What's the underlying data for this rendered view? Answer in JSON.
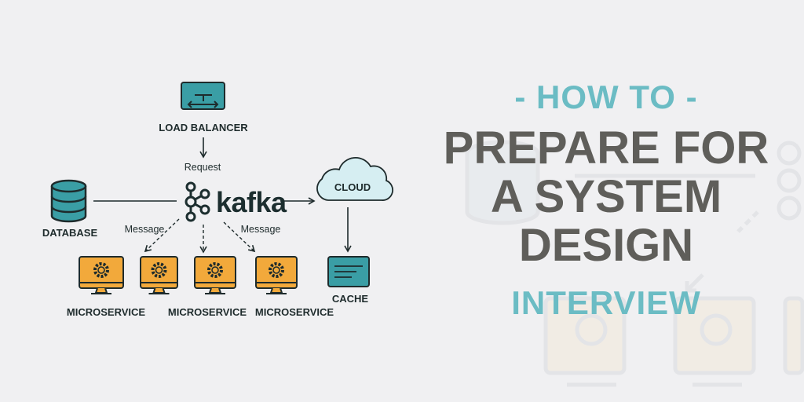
{
  "diagram": {
    "load_balancer": "LOAD BALANCER",
    "request": "Request",
    "kafka": "kafka",
    "database": "DATABASE",
    "cloud": "CLOUD",
    "cache": "CACHE",
    "message_left": "Message",
    "message_right": "Message",
    "microservices": [
      "MICROSERVICE",
      "MICROSERVICE",
      "MICROSERVICE"
    ]
  },
  "headline": {
    "line1": "- HOW TO -",
    "line2": "PREPARE FOR",
    "line3": "A SYSTEM",
    "line4": "DESIGN",
    "line5": "INTERVIEW"
  },
  "colors": {
    "teal": "#3a9ea5",
    "accent_text": "#6bbcc4",
    "headline": "#5f5e5a",
    "orange": "#f2a93b",
    "background": "#f0f0f2"
  }
}
